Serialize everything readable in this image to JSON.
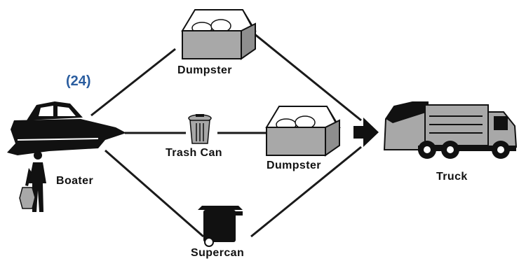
{
  "figure_number": "(24)",
  "colors": {
    "figure_number": "#2a5d9f",
    "line": "#1a1a1a",
    "fill_gray": "#a8a8a8",
    "fill_dark": "#111111"
  },
  "nodes": {
    "boater": "Boater",
    "dumpster_top": "Dumpster",
    "trash_can": "Trash Can",
    "dumpster_middle": "Dumpster",
    "supercan": "Supercan",
    "truck": "Truck"
  },
  "icons": {
    "boat": "boat-icon",
    "person": "boater-person-icon",
    "dumpster": "dumpster-icon",
    "trash_can": "trash-can-icon",
    "supercan": "supercan-icon",
    "truck": "garbage-truck-icon",
    "arrow": "arrow-right-icon"
  }
}
